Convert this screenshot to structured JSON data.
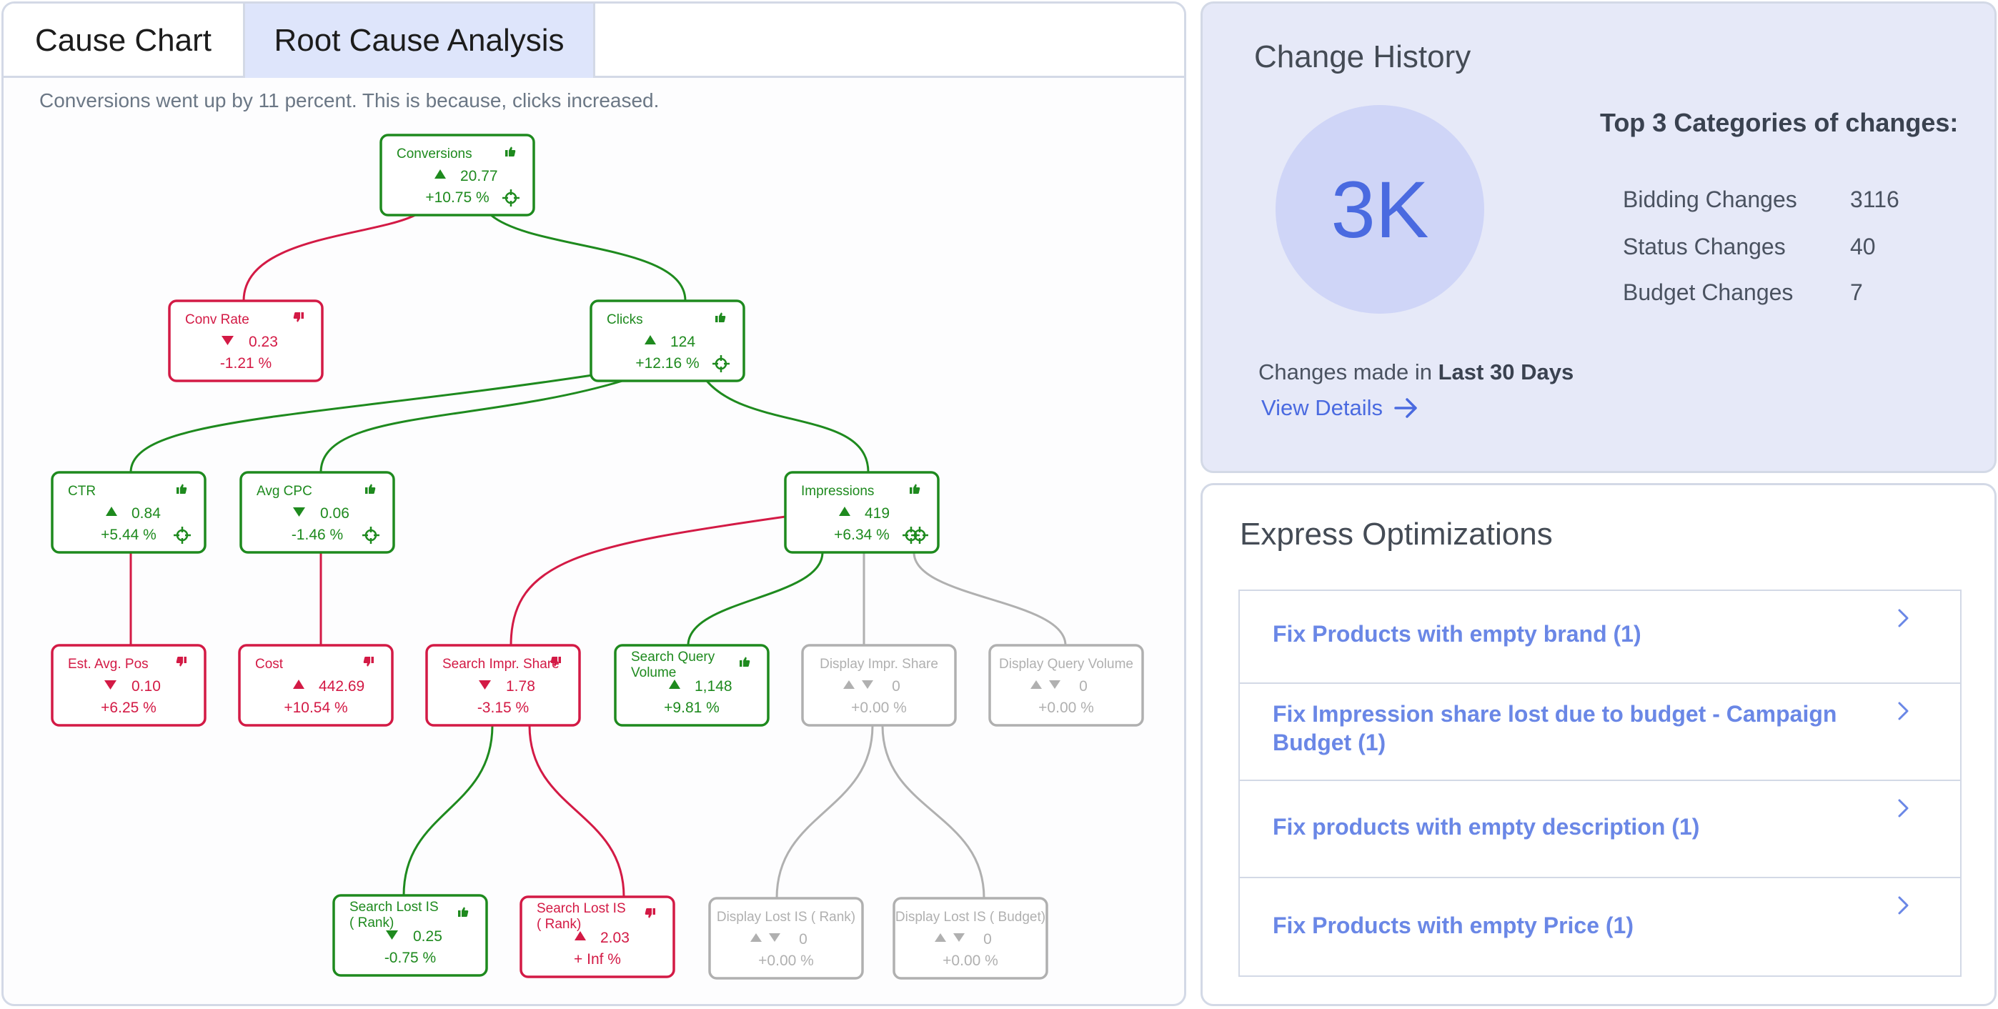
{
  "tabs": [
    {
      "label": "Cause Chart",
      "active": false
    },
    {
      "label": "Root Cause Analysis",
      "active": true
    }
  ],
  "summary": "Conversions went up by 11 percent. This is because, clicks increased.",
  "colors": {
    "positive": "#1e8a1e",
    "negative": "#d31a45",
    "neutral": "#b0b0b0",
    "accent": "#4a6ae0"
  },
  "tree": {
    "nodes": [
      {
        "id": "conversions",
        "name_lines": [
          "Conversions"
        ],
        "direction": "up",
        "value": "20.77",
        "percent": "+10.75 %",
        "status": "positive",
        "thumb": "up",
        "target": "single"
      },
      {
        "id": "conv_rate",
        "name_lines": [
          "Conv Rate"
        ],
        "direction": "down",
        "value": "0.23",
        "percent": "-1.21 %",
        "status": "negative",
        "thumb": "down",
        "target": "none"
      },
      {
        "id": "clicks",
        "name_lines": [
          "Clicks"
        ],
        "direction": "up",
        "value": "124",
        "percent": "+12.16 %",
        "status": "positive",
        "thumb": "up",
        "target": "single"
      },
      {
        "id": "ctr",
        "name_lines": [
          "CTR"
        ],
        "direction": "up",
        "value": "0.84",
        "percent": "+5.44 %",
        "status": "positive",
        "thumb": "up",
        "target": "single"
      },
      {
        "id": "avg_cpc",
        "name_lines": [
          "Avg CPC"
        ],
        "direction": "down",
        "value": "0.06",
        "percent": "-1.46 %",
        "status": "positive",
        "thumb": "up",
        "target": "single"
      },
      {
        "id": "impressions",
        "name_lines": [
          "Impressions"
        ],
        "direction": "up",
        "value": "419",
        "percent": "+6.34 %",
        "status": "positive",
        "thumb": "up",
        "target": "double"
      },
      {
        "id": "est_avg_pos",
        "name_lines": [
          "Est. Avg. Pos"
        ],
        "direction": "down",
        "value": "0.10",
        "percent": "+6.25 %",
        "status": "negative",
        "thumb": "down",
        "target": "none"
      },
      {
        "id": "cost",
        "name_lines": [
          "Cost"
        ],
        "direction": "up",
        "value": "442.69",
        "percent": "+10.54 %",
        "status": "negative",
        "thumb": "down",
        "target": "none"
      },
      {
        "id": "search_impr_share",
        "name_lines": [
          "Search Impr. Share"
        ],
        "direction": "down",
        "value": "1.78",
        "percent": "-3.15 %",
        "status": "negative",
        "thumb": "down",
        "target": "none"
      },
      {
        "id": "search_query_volume",
        "name_lines": [
          "Search Query",
          "Volume"
        ],
        "direction": "up",
        "value": "1,148",
        "percent": "+9.81 %",
        "status": "positive",
        "thumb": "up",
        "target": "none"
      },
      {
        "id": "display_impr_share",
        "name_lines": [
          "Display Impr. Share"
        ],
        "direction": "both",
        "value": "0",
        "percent": "+0.00 %",
        "status": "neutral",
        "thumb": "none",
        "target": "none"
      },
      {
        "id": "display_query_volume",
        "name_lines": [
          "Display Query Volume"
        ],
        "direction": "both",
        "value": "0",
        "percent": "+0.00 %",
        "status": "neutral",
        "thumb": "none",
        "target": "none"
      },
      {
        "id": "search_lost_rank",
        "name_lines": [
          "Search Lost IS",
          "( Rank)"
        ],
        "direction": "down",
        "value": "0.25",
        "percent": "-0.75 %",
        "status": "positive",
        "thumb": "up",
        "target": "none"
      },
      {
        "id": "search_lost_budget",
        "name_lines": [
          "Search Lost IS",
          "( Rank)"
        ],
        "direction": "up",
        "value": "2.03",
        "percent": "+ Inf %",
        "status": "negative",
        "thumb": "down",
        "target": "none"
      },
      {
        "id": "display_lost_rank",
        "name_lines": [
          "Display Lost IS ( Rank)"
        ],
        "direction": "both",
        "value": "0",
        "percent": "+0.00 %",
        "status": "neutral",
        "thumb": "none",
        "target": "none"
      },
      {
        "id": "display_lost_budget",
        "name_lines": [
          "Display Lost IS ( Budget)"
        ],
        "direction": "both",
        "value": "0",
        "percent": "+0.00 %",
        "status": "neutral",
        "thumb": "none",
        "target": "none"
      }
    ],
    "edges": [
      {
        "from": "conversions",
        "to": "conv_rate",
        "status": "negative"
      },
      {
        "from": "conversions",
        "to": "clicks",
        "status": "positive"
      },
      {
        "from": "clicks",
        "to": "ctr",
        "status": "positive"
      },
      {
        "from": "clicks",
        "to": "avg_cpc",
        "status": "positive"
      },
      {
        "from": "clicks",
        "to": "impressions",
        "status": "positive"
      },
      {
        "from": "ctr",
        "to": "est_avg_pos",
        "status": "negative"
      },
      {
        "from": "avg_cpc",
        "to": "cost",
        "status": "negative"
      },
      {
        "from": "impressions",
        "to": "search_impr_share",
        "status": "negative"
      },
      {
        "from": "impressions",
        "to": "search_query_volume",
        "status": "positive"
      },
      {
        "from": "impressions",
        "to": "display_impr_share",
        "status": "neutral"
      },
      {
        "from": "impressions",
        "to": "display_query_volume",
        "status": "neutral"
      },
      {
        "from": "search_impr_share",
        "to": "search_lost_rank",
        "status": "positive"
      },
      {
        "from": "search_impr_share",
        "to": "search_lost_budget",
        "status": "negative"
      },
      {
        "from": "display_impr_share",
        "to": "display_lost_rank",
        "status": "neutral"
      },
      {
        "from": "display_impr_share",
        "to": "display_lost_budget",
        "status": "neutral"
      }
    ]
  },
  "change_history": {
    "title": "Change History",
    "total": "3K",
    "categories_title": "Top 3 Categories of changes:",
    "categories": [
      {
        "name": "Bidding Changes",
        "count": "3116"
      },
      {
        "name": "Status Changes",
        "count": "40"
      },
      {
        "name": "Budget Changes",
        "count": "7"
      }
    ],
    "period_prefix": "Changes made in",
    "period_value": "Last 30 Days",
    "view_details": "View Details"
  },
  "express": {
    "title": "Express Optimizations",
    "items": [
      {
        "label": "Fix Products with empty brand (1)"
      },
      {
        "label": "Fix Impression share lost due to budget - Campaign Budget (1)"
      },
      {
        "label": "Fix products with empty description (1)"
      },
      {
        "label": "Fix Products with empty Price (1)"
      }
    ]
  }
}
